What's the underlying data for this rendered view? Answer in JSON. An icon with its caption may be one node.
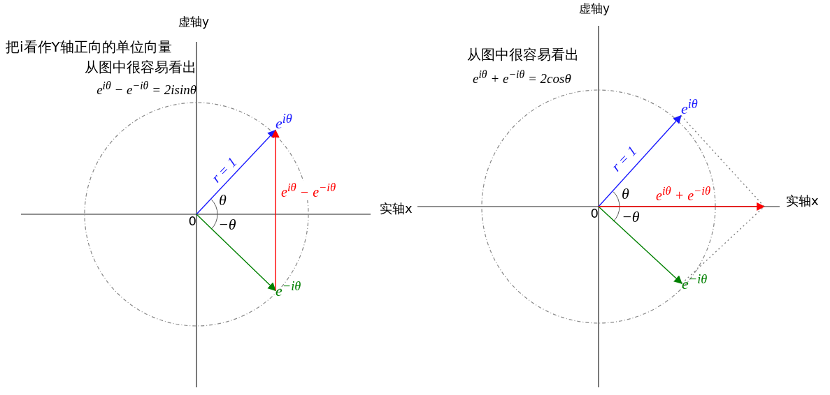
{
  "diagram": {
    "nodes": [
      {
        "text": [
          "0"
        ]
      },
      {
        "text": [
          "e$^{iθ}$"
        ]
      },
      {
        "text": [
          "e$^{−iθ}$"
        ]
      },
      {
        "text": [
          "0"
        ]
      },
      {
        "text": [
          "e$^{iθ}$"
        ]
      },
      {
        "text": [
          "e$^{−iθ}$"
        ]
      }
    ],
    "edges": [
      {
        "from": 0,
        "to": 1,
        "arrow": "to",
        "label": "r = 1",
        "color": "#1a1aff"
      },
      {
        "from": 0,
        "to": 2,
        "arrow": "to",
        "color": "#008000"
      },
      {
        "from": 2,
        "to": 1,
        "arrow": "to",
        "label": "e$^{iθ}$ − e$^{−iθ}$",
        "color": "#ff0000"
      },
      {
        "from": 3,
        "to": 4,
        "arrow": "to",
        "label": "r = 1",
        "color": "#1a1aff"
      },
      {
        "from": 3,
        "to": 5,
        "arrow": "to",
        "color": "#008000"
      },
      {
        "from": 3,
        "to": null,
        "arrow": "to",
        "label": "e$^{iθ}$ + e$^{−iθ}$",
        "color": "#ff0000"
      },
      {
        "from": 4,
        "to": null,
        "arrow": "none",
        "style": "dashed",
        "color": "#808080"
      },
      {
        "from": 5,
        "to": null,
        "arrow": "none",
        "style": "dashed",
        "color": "#808080"
      }
    ],
    "labels": [
      "虚轴y",
      "把i看作Y轴正向的单位向量",
      "从图中很容易看出",
      "e$^{iθ}$ − e$^{−iθ}$ = 2isinθ",
      "实轴x",
      "θ",
      "−θ",
      "虚轴y",
      "从图中很容易看出",
      "e$^{iθ}$ + e$^{−iθ}$ = 2cosθ",
      "实轴x",
      "θ",
      "−θ"
    ]
  }
}
